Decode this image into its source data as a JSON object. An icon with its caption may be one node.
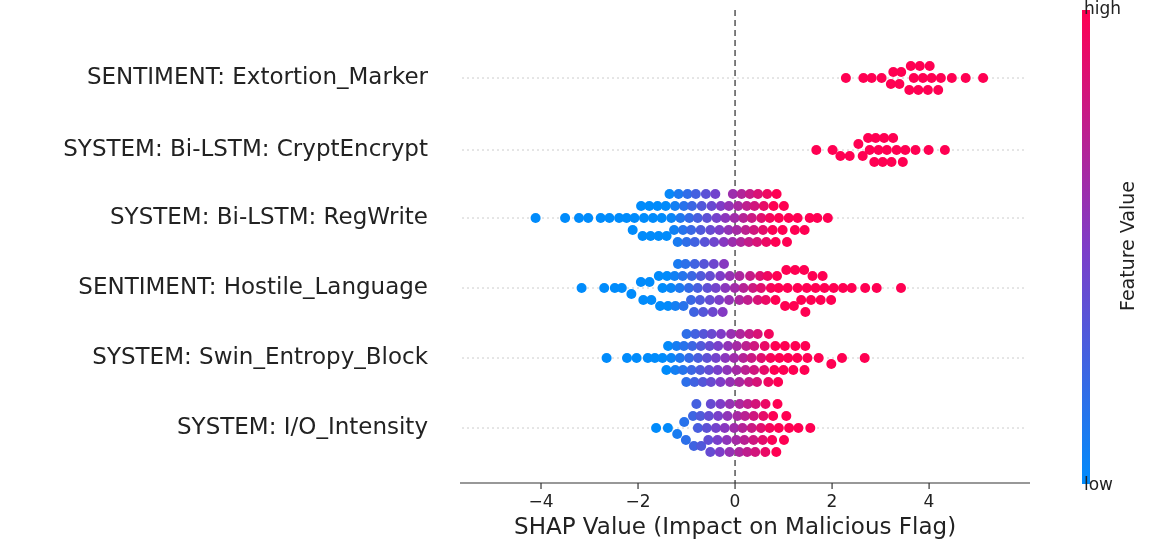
{
  "diagram": {
    "chart_data": {
      "type": "scatter",
      "orientation": "horizontal",
      "xlabel": "SHAP Value (Impact on Malicious Flag)",
      "categories": [
        "SENTIMENT: Extortion_Marker",
        "SYSTEM: Bi-LSTM: CryptEncrypt",
        "SYSTEM: Bi-LSTM: RegWrite",
        "SENTIMENT: Hostile_Language",
        "SYSTEM: Swin_Entropy_Block",
        "SYSTEM: I/O_Intensity"
      ],
      "xlim": [
        -5.67,
        6.08
      ],
      "xticks": [
        {
          "value": -4,
          "label": "−4"
        },
        {
          "value": -2,
          "label": "−2"
        },
        {
          "value": 0,
          "label": "0"
        },
        {
          "value": 2,
          "label": "2"
        },
        {
          "value": 4,
          "label": "4"
        }
      ]
    },
    "labels": [
      "high",
      "low",
      "Feature Value"
    ]
  }
}
